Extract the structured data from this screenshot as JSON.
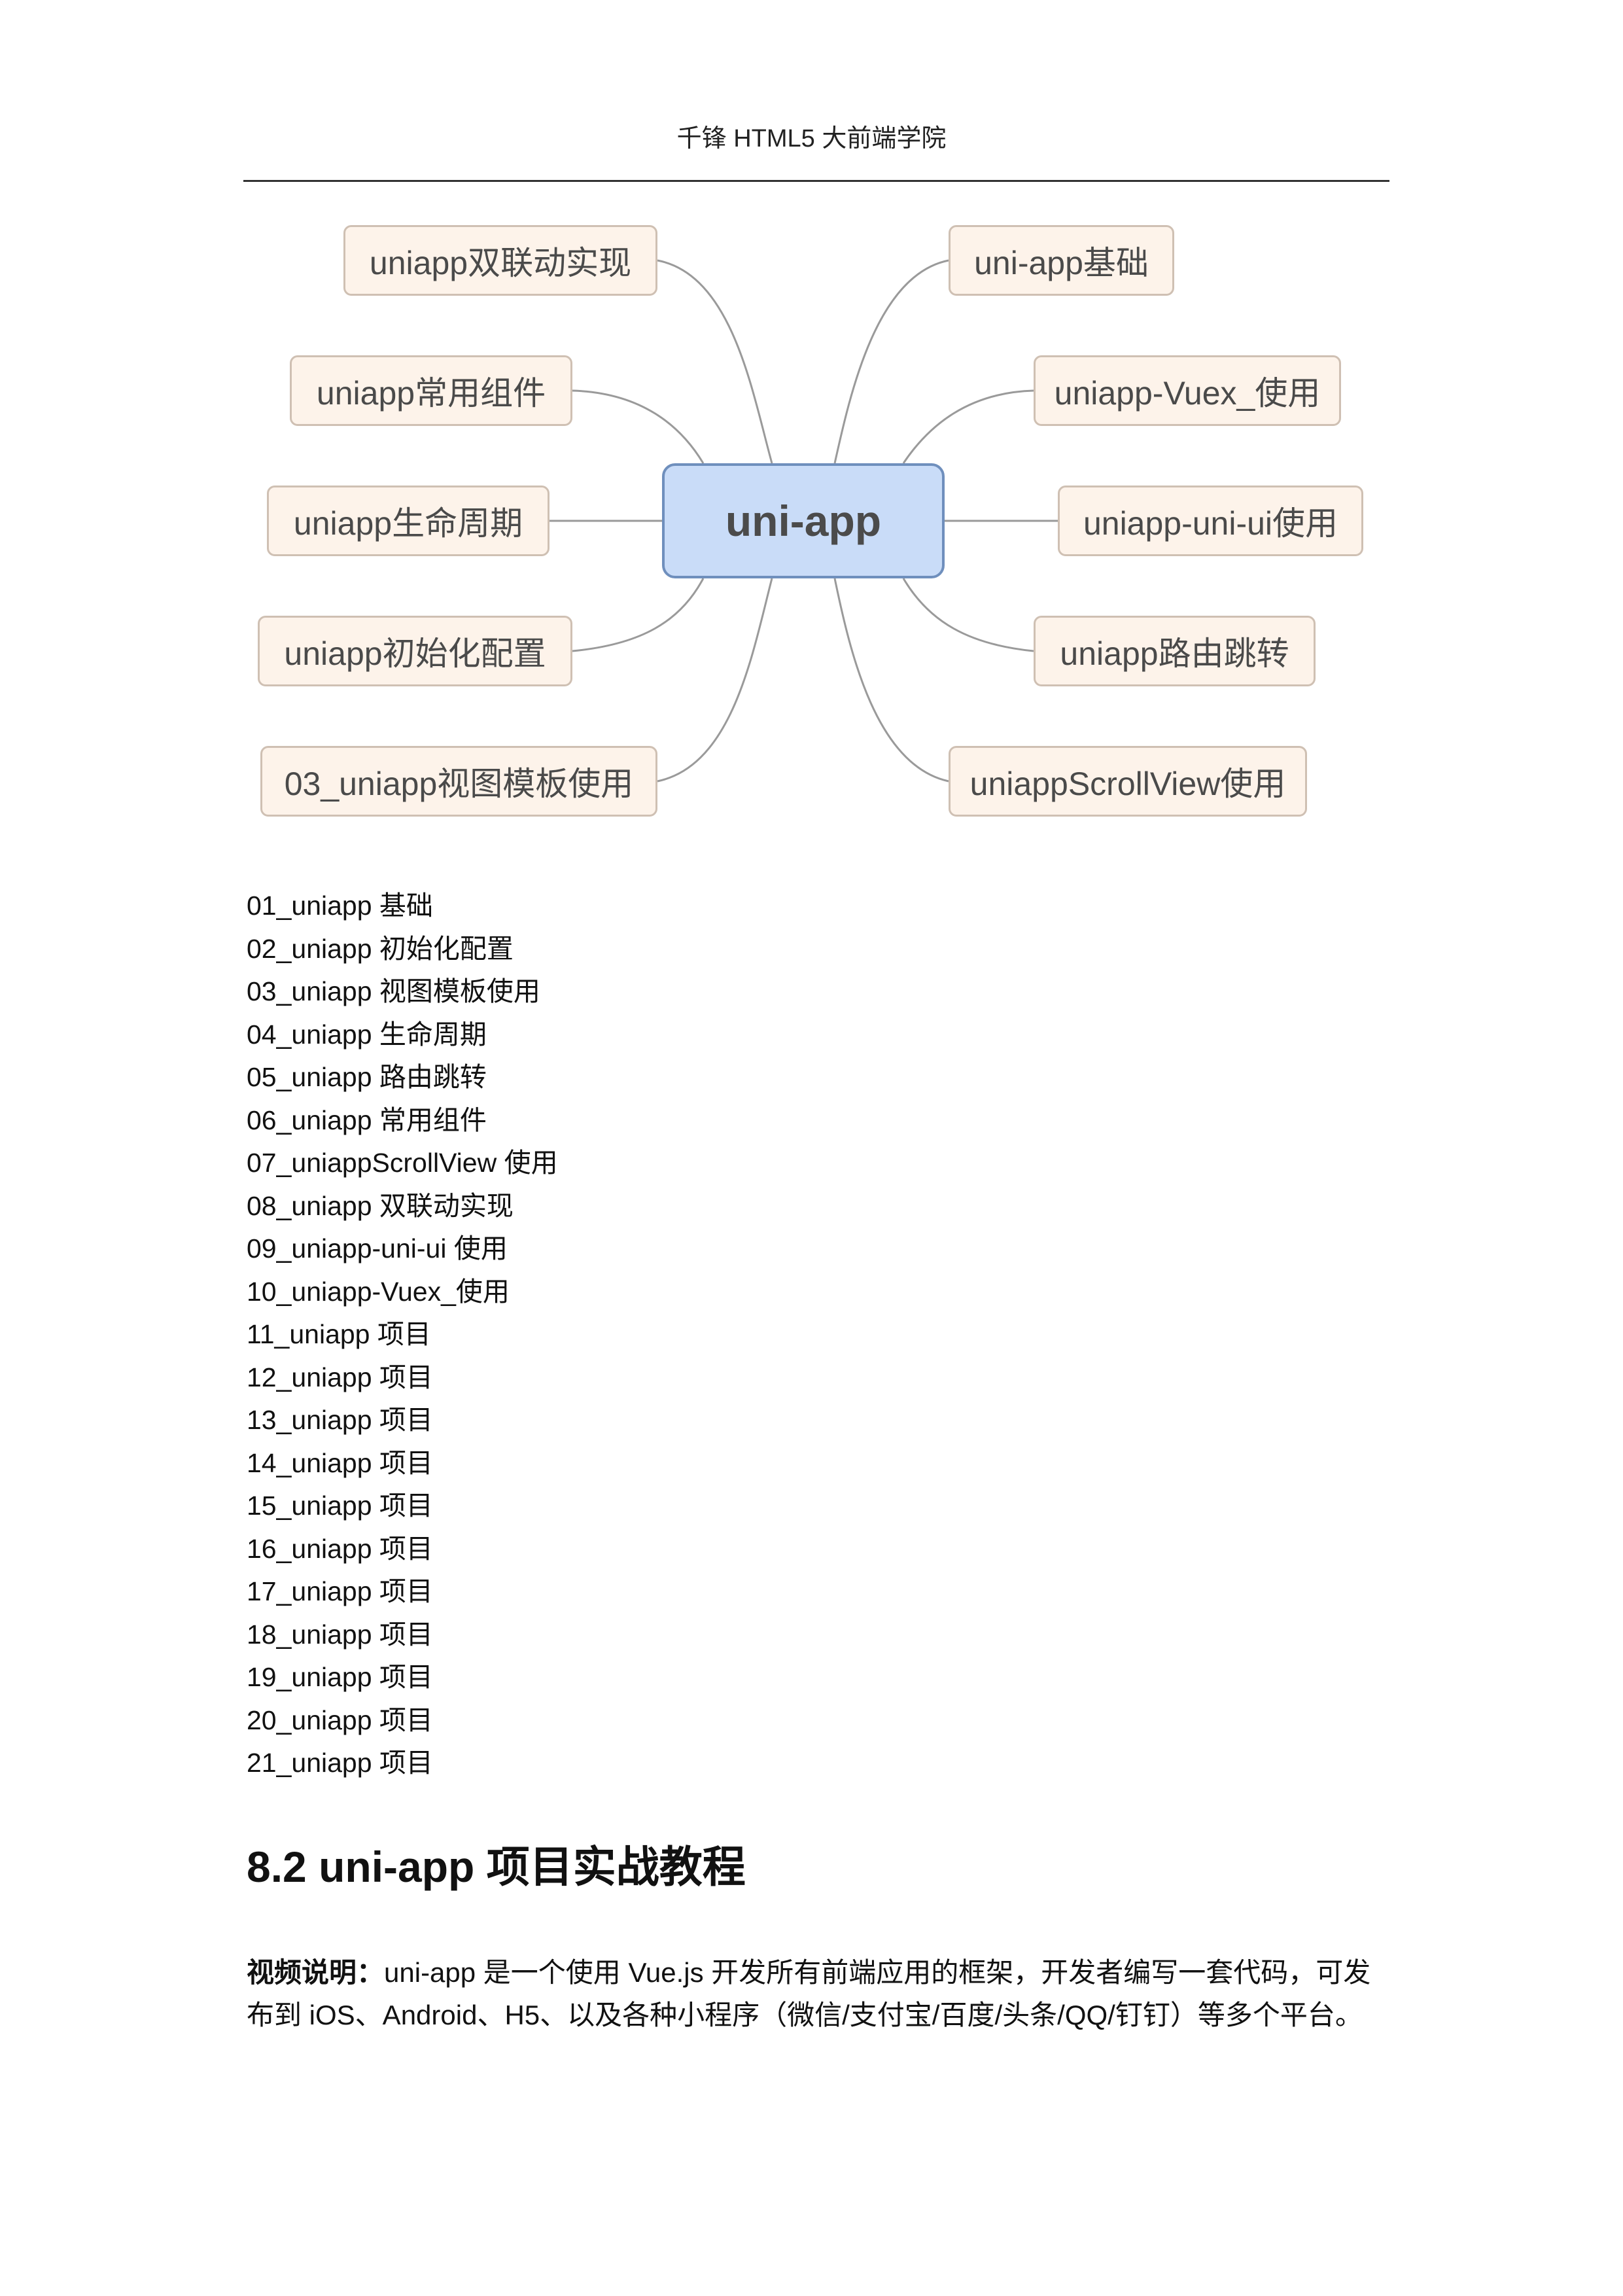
{
  "header": {
    "title": "千锋 HTML5 大前端学院"
  },
  "mindmap": {
    "center": "uni-app",
    "left_nodes": [
      "uniapp双联动实现",
      "uniapp常用组件",
      "uniapp生命周期",
      "uniapp初始化配置",
      "03_uniapp视图模板使用"
    ],
    "right_nodes": [
      "uni-app基础",
      "uniapp-Vuex_使用",
      "uniapp-uni-ui使用",
      "uniapp路由跳转",
      "uniappScrollView使用"
    ]
  },
  "toc": [
    "01_uniapp 基础",
    "02_uniapp 初始化配置",
    "03_uniapp 视图模板使用",
    "04_uniapp 生命周期",
    "05_uniapp 路由跳转",
    "06_uniapp 常用组件",
    "07_uniappScrollView 使用",
    "08_uniapp 双联动实现",
    "09_uniapp-uni-ui 使用",
    "10_uniapp-Vuex_使用",
    "11_uniapp 项目",
    "12_uniapp 项目",
    "13_uniapp 项目",
    "14_uniapp 项目",
    "15_uniapp 项目",
    "16_uniapp 项目",
    "17_uniapp 项目",
    "18_uniapp 项目",
    "19_uniapp 项目",
    "20_uniapp 项目",
    "21_uniapp 项目"
  ],
  "section": {
    "title": "8.2 uni-app 项目实战教程",
    "desc_label": "视频说明：",
    "desc_text": "uni-app 是一个使用 Vue.js 开发所有前端应用的框架，开发者编写一套代码，可发布到 iOS、Android、H5、以及各种小程序（微信/支付宝/百度/头条/QQ/钉钉）等多个平台。"
  }
}
